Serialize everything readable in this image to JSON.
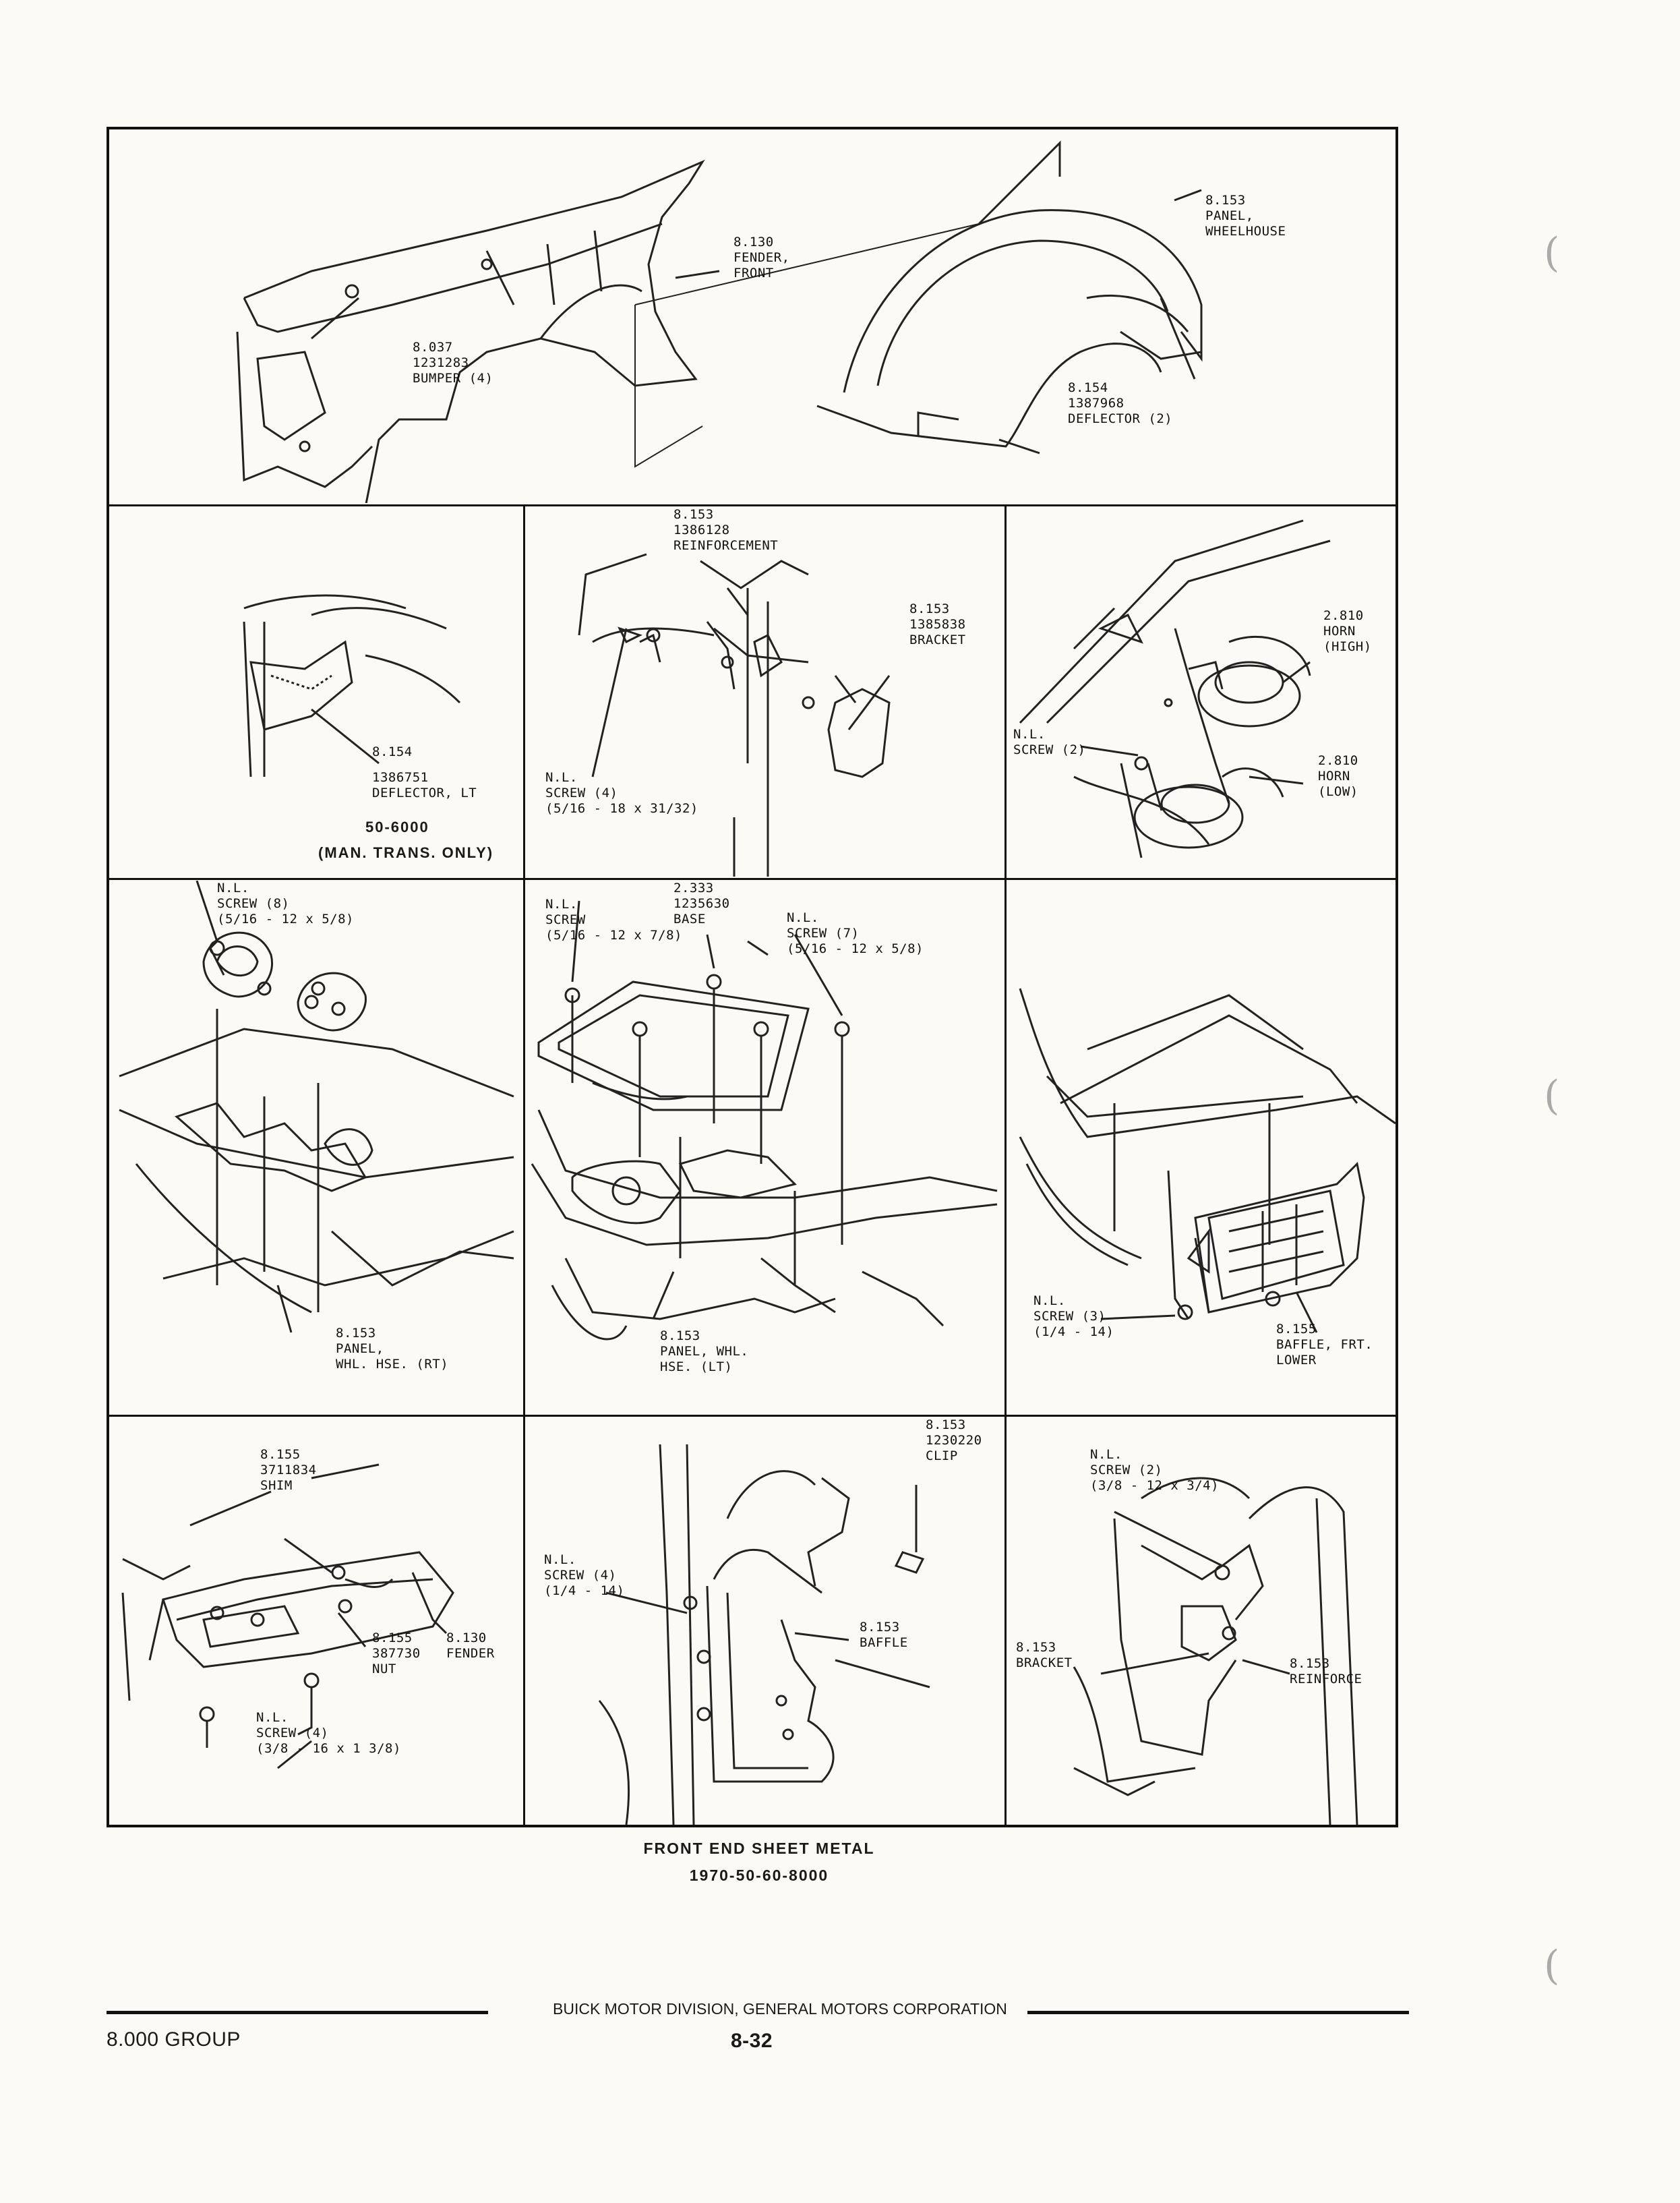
{
  "row1": {
    "fender_front": [
      "8.130",
      "FENDER,",
      "FRONT"
    ],
    "bumper": [
      "8.037",
      "1231283",
      "BUMPER (4)"
    ],
    "panel_wheelhouse": [
      "8.153",
      "PANEL,",
      "WHEELHOUSE"
    ],
    "deflector": [
      "8.154",
      "1387968",
      "DEFLECTOR (2)"
    ]
  },
  "row2": {
    "deflector_lt": [
      "8.154",
      "1386751",
      "DEFLECTOR, LT"
    ],
    "model_note": "50-6000",
    "trans_note": "(MAN. TRANS. ONLY)",
    "reinforcement": [
      "8.153",
      "1386128",
      "REINFORCEMENT"
    ],
    "bracket": [
      "8.153",
      "1385838",
      "BRACKET"
    ],
    "screw_4": [
      "N.L.",
      "SCREW (4)",
      "(5/16 - 18 x 31/32)"
    ],
    "horn_high": [
      "2.810",
      "HORN",
      "(HIGH)"
    ],
    "screw_2": [
      "N.L.",
      "SCREW (2)"
    ],
    "horn_low": [
      "2.810",
      "HORN",
      "(LOW)"
    ]
  },
  "row3": {
    "screw_8": [
      "N.L.",
      "SCREW (8)",
      "(5/16 - 12 x 5/8)"
    ],
    "panel_rt": [
      "8.153",
      "PANEL,",
      "WHL. HSE. (RT)"
    ],
    "base": [
      "2.333",
      "1235630",
      "BASE"
    ],
    "screw_base": [
      "N.L.",
      "SCREW",
      "(5/16 - 12 x 7/8)"
    ],
    "screw_7": [
      "N.L.",
      "SCREW (7)",
      "(5/16 - 12 x 5/8)"
    ],
    "panel_lt": [
      "8.153",
      "PANEL, WHL.",
      "HSE. (LT)"
    ],
    "screw_3": [
      "N.L.",
      "SCREW (3)",
      "(1/4 - 14)"
    ],
    "baffle_lower": [
      "8.155",
      "BAFFLE, FRT.",
      "LOWER"
    ]
  },
  "row4": {
    "shim": [
      "8.155",
      "3711834",
      "SHIM"
    ],
    "nut": [
      "8.155",
      "387730",
      "NUT"
    ],
    "fender": [
      "8.130",
      "FENDER"
    ],
    "screw_4b": [
      "N.L.",
      "SCREW (4)",
      "(3/8 - 16 x 1 3/8)"
    ],
    "clip": [
      "8.153",
      "1230220",
      "CLIP"
    ],
    "screw_4c": [
      "N.L.",
      "SCREW (4)",
      "(1/4 - 14)"
    ],
    "baffle": [
      "8.153",
      "BAFFLE"
    ],
    "screw_2b": [
      "N.L.",
      "SCREW (2)",
      "(3/8 - 12 x 3/4)"
    ],
    "bracket_b": [
      "8.153",
      "BRACKET"
    ],
    "reinforce": [
      "8.153",
      "REINFORCE"
    ]
  },
  "caption": {
    "title": "FRONT END SHEET METAL",
    "subtitle": "1970-50-60-8000"
  },
  "footer": {
    "division": "BUICK MOTOR DIVISION, GENERAL MOTORS CORPORATION",
    "group": "8.000 GROUP",
    "page": "8-32"
  }
}
